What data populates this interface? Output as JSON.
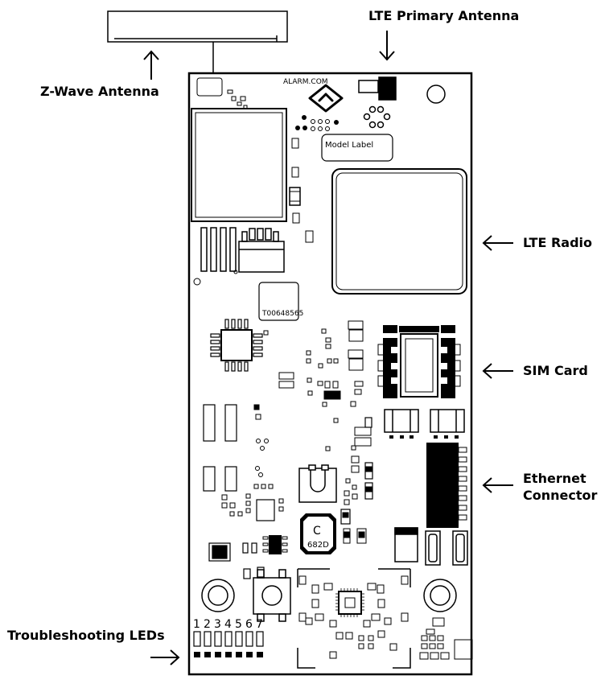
{
  "labels": {
    "lte_antenna": "LTE Primary Antenna",
    "zwave_antenna": "Z-Wave Antenna",
    "lte_radio": "LTE Radio",
    "sim_card": "SIM Card",
    "ethernet_line1": "Ethernet",
    "ethernet_line2": "Connector",
    "troubleshooting_leds": "Troubleshooting LEDs"
  },
  "board": {
    "brand": "ALARM.COM",
    "model_label": "Model Label",
    "part_number": "T00648565",
    "inductor_letter": "C",
    "inductor_code": "682D"
  },
  "leds": [
    "1",
    "2",
    "3",
    "4",
    "5",
    "6",
    "7"
  ],
  "icons": {
    "arrow_up": "arrow-up-icon",
    "arrow_down": "arrow-down-icon",
    "arrow_left": "arrow-left-icon",
    "arrow_right": "arrow-right-icon",
    "logo": "alarm-com-logo-icon"
  }
}
